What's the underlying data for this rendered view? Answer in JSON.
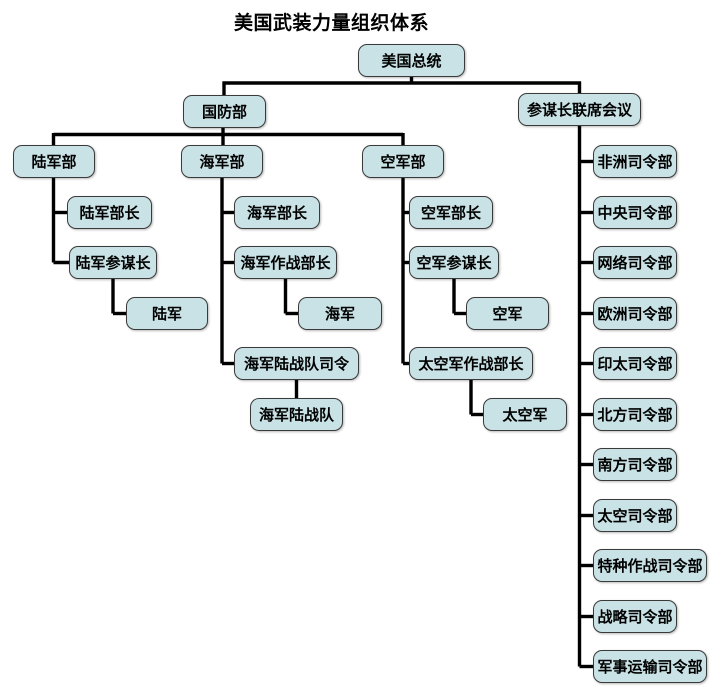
{
  "title": "美国武装力量组织体系",
  "colors": {
    "node_fill": "#c8e2e6",
    "node_border": "#3a3a3a",
    "connector": "#000000",
    "background": "#ffffff",
    "text": "#000000"
  },
  "nodes": {
    "president": "美国总统",
    "dod": "国防部",
    "jcs": "参谋长联席会议",
    "army_dept": "陆军部",
    "army_secretary": "陆军部长",
    "army_chief_of_staff": "陆军参谋长",
    "army": "陆军",
    "navy_dept": "海军部",
    "navy_secretary": "海军部长",
    "chief_of_naval_operations": "海军作战部长",
    "navy": "海军",
    "marine_corps_commandant": "海军陆战队司令",
    "marine_corps": "海军陆战队",
    "air_force_dept": "空军部",
    "air_force_secretary": "空军部长",
    "air_force_chief_of_staff": "空军参谋长",
    "air_force": "空军",
    "space_operations_chief": "太空军作战部长",
    "space_force": "太空军",
    "commands": [
      "非洲司令部",
      "中央司令部",
      "网络司令部",
      "欧洲司令部",
      "印太司令部",
      "北方司令部",
      "南方司令部",
      "太空司令部",
      "特种作战司令部",
      "战略司令部",
      "军事运输司令部"
    ]
  },
  "edges": [
    [
      "president",
      "dod"
    ],
    [
      "president",
      "jcs"
    ],
    [
      "dod",
      "army_dept"
    ],
    [
      "dod",
      "navy_dept"
    ],
    [
      "dod",
      "air_force_dept"
    ],
    [
      "army_dept",
      "army_secretary"
    ],
    [
      "army_dept",
      "army_chief_of_staff"
    ],
    [
      "army_chief_of_staff",
      "army"
    ],
    [
      "navy_dept",
      "navy_secretary"
    ],
    [
      "navy_dept",
      "chief_of_naval_operations"
    ],
    [
      "chief_of_naval_operations",
      "navy"
    ],
    [
      "navy_dept",
      "marine_corps_commandant"
    ],
    [
      "marine_corps_commandant",
      "marine_corps"
    ],
    [
      "air_force_dept",
      "air_force_secretary"
    ],
    [
      "air_force_dept",
      "air_force_chief_of_staff"
    ],
    [
      "air_force_chief_of_staff",
      "air_force"
    ],
    [
      "air_force_dept",
      "space_operations_chief"
    ],
    [
      "space_operations_chief",
      "space_force"
    ],
    [
      "jcs",
      "commands"
    ]
  ]
}
